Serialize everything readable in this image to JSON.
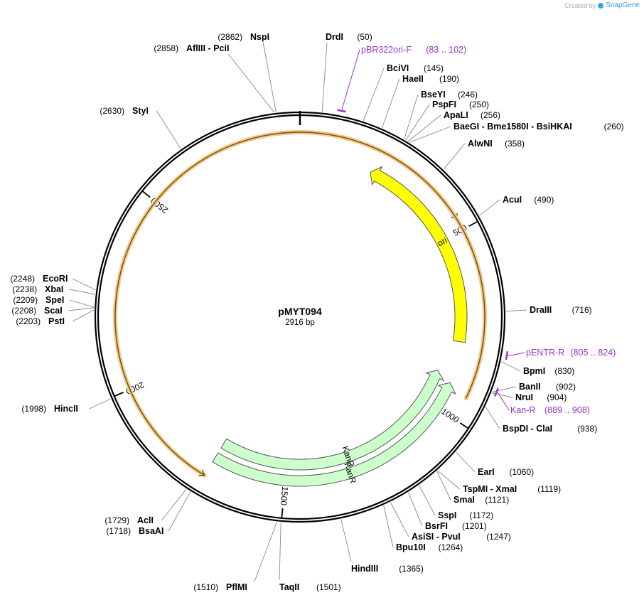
{
  "credit": {
    "prefix": "Created by",
    "brand": "SnapGene"
  },
  "map": {
    "name": "pMYT094",
    "length_label": "2916 bp",
    "total_bp": 2916,
    "colors": {
      "backbone": "#000000",
      "ori": "#ffff00",
      "kanr": "#ccffcc",
      "primer": "#9933cc",
      "orf": "#f5c98a"
    }
  },
  "ticks": [
    {
      "bp": 500,
      "label": "500"
    },
    {
      "bp": 1000,
      "label": "1000"
    },
    {
      "bp": 1500,
      "label": "1500"
    },
    {
      "bp": 2000,
      "label": "2000"
    },
    {
      "bp": 2500,
      "label": "2500"
    }
  ],
  "features": [
    {
      "id": "ori",
      "label": "ori",
      "start": 210,
      "end": 800,
      "direction": "ccw",
      "color": "#ffff00",
      "ring": 0
    },
    {
      "id": "kanr-1",
      "label": "KanR",
      "start": 900,
      "end": 1710,
      "direction": "ccw",
      "color": "#ccffcc",
      "ring": 0
    },
    {
      "id": "kanr-2",
      "label": "KanR",
      "start": 920,
      "end": 1710,
      "direction": "ccw",
      "color": "#ccffcc",
      "ring": 1
    }
  ],
  "orfs": [
    {
      "id": "orf-top",
      "start": 2800,
      "end": 470,
      "direction": "cw"
    },
    {
      "id": "orf-bottom",
      "start": 940,
      "end": 1710,
      "direction": "ccw"
    }
  ],
  "primers": [
    {
      "name": "pBR322ori-F",
      "range": "(83 .. 102)",
      "start": 83,
      "end": 102
    },
    {
      "name": "pENTR-R",
      "range": "(805 .. 824)",
      "start": 805,
      "end": 824
    },
    {
      "name": "Kan-R",
      "range": "(889 .. 908)",
      "start": 889,
      "end": 908
    }
  ],
  "sites": [
    {
      "text": "NspI",
      "pos": "(2862)",
      "bp": 2862,
      "side": "left"
    },
    {
      "text": "AflIII - PciI",
      "pos": "(2858)",
      "bp": 2858,
      "side": "left"
    },
    {
      "text": "StyI",
      "pos": "(2630)",
      "bp": 2630,
      "side": "left"
    },
    {
      "text": "EcoRI",
      "pos": "(2248)",
      "bp": 2248,
      "side": "left"
    },
    {
      "text": "XbaI",
      "pos": "(2238)",
      "bp": 2238,
      "side": "left"
    },
    {
      "text": "SpeI",
      "pos": "(2209)",
      "bp": 2209,
      "side": "left"
    },
    {
      "text": "ScaI",
      "pos": "(2208)",
      "bp": 2208,
      "side": "left"
    },
    {
      "text": "PstI",
      "pos": "(2203)",
      "bp": 2203,
      "side": "left"
    },
    {
      "text": "HincII",
      "pos": "(1998)",
      "bp": 1998,
      "side": "left"
    },
    {
      "text": "AclI",
      "pos": "(1729)",
      "bp": 1729,
      "side": "left"
    },
    {
      "text": "BsaAI",
      "pos": "(1718)",
      "bp": 1718,
      "side": "left"
    },
    {
      "text": "PflMI",
      "pos": "(1510)",
      "bp": 1510,
      "side": "left"
    },
    {
      "text": "DrdI",
      "pos": "(50)",
      "bp": 50,
      "side": "right"
    },
    {
      "text": "BciVI",
      "pos": "(145)",
      "bp": 145,
      "side": "right"
    },
    {
      "text": "HaeII",
      "pos": "(190)",
      "bp": 190,
      "side": "right"
    },
    {
      "text": "BseYI",
      "pos": "(246)",
      "bp": 246,
      "side": "right"
    },
    {
      "text": "PspFI",
      "pos": "(250)",
      "bp": 250,
      "side": "right"
    },
    {
      "text": "ApaLI",
      "pos": "(256)",
      "bp": 256,
      "side": "right"
    },
    {
      "text": "BaeGI - Bme1580I - BsiHKAI",
      "pos": "(260)",
      "bp": 260,
      "side": "right"
    },
    {
      "text": "AlwNI",
      "pos": "(358)",
      "bp": 358,
      "side": "right"
    },
    {
      "text": "AcuI",
      "pos": "(490)",
      "bp": 490,
      "side": "right"
    },
    {
      "text": "DraIII",
      "pos": "(716)",
      "bp": 716,
      "side": "right"
    },
    {
      "text": "BpmI",
      "pos": "(830)",
      "bp": 830,
      "side": "right"
    },
    {
      "text": "BanII",
      "pos": "(902)",
      "bp": 902,
      "side": "right"
    },
    {
      "text": "NruI",
      "pos": "(904)",
      "bp": 904,
      "side": "right"
    },
    {
      "text": "BspDI - ClaI",
      "pos": "(938)",
      "bp": 938,
      "side": "right"
    },
    {
      "text": "EarI",
      "pos": "(1060)",
      "bp": 1060,
      "side": "right"
    },
    {
      "text": "TspMI - XmaI",
      "pos": "(1119)",
      "bp": 1119,
      "side": "right"
    },
    {
      "text": "SmaI",
      "pos": "(1121)",
      "bp": 1121,
      "side": "right"
    },
    {
      "text": "SspI",
      "pos": "(1172)",
      "bp": 1172,
      "side": "right"
    },
    {
      "text": "BsrFI",
      "pos": "(1201)",
      "bp": 1201,
      "side": "right"
    },
    {
      "text": "AsiSI - PvuI",
      "pos": "(1247)",
      "bp": 1247,
      "side": "right"
    },
    {
      "text": "Bpu10I",
      "pos": "(1264)",
      "bp": 1264,
      "side": "right"
    },
    {
      "text": "HindIII",
      "pos": "(1365)",
      "bp": 1365,
      "side": "right"
    },
    {
      "text": "TaqII",
      "pos": "(1501)",
      "bp": 1501,
      "side": "right"
    }
  ]
}
